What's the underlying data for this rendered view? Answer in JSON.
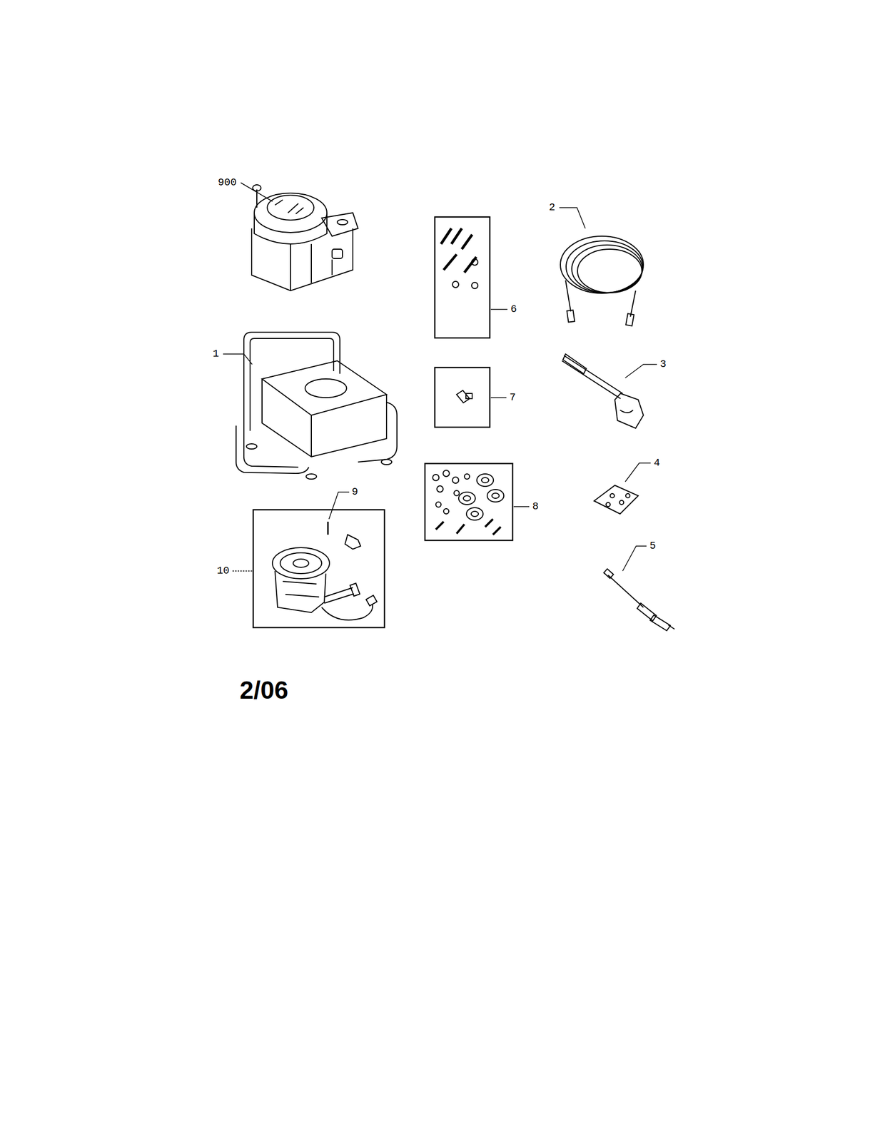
{
  "diagram": {
    "labels": [
      "900",
      "2",
      "6",
      "1",
      "3",
      "7",
      "4",
      "8",
      "9",
      "5",
      "10",
      "2/06"
    ]
  }
}
